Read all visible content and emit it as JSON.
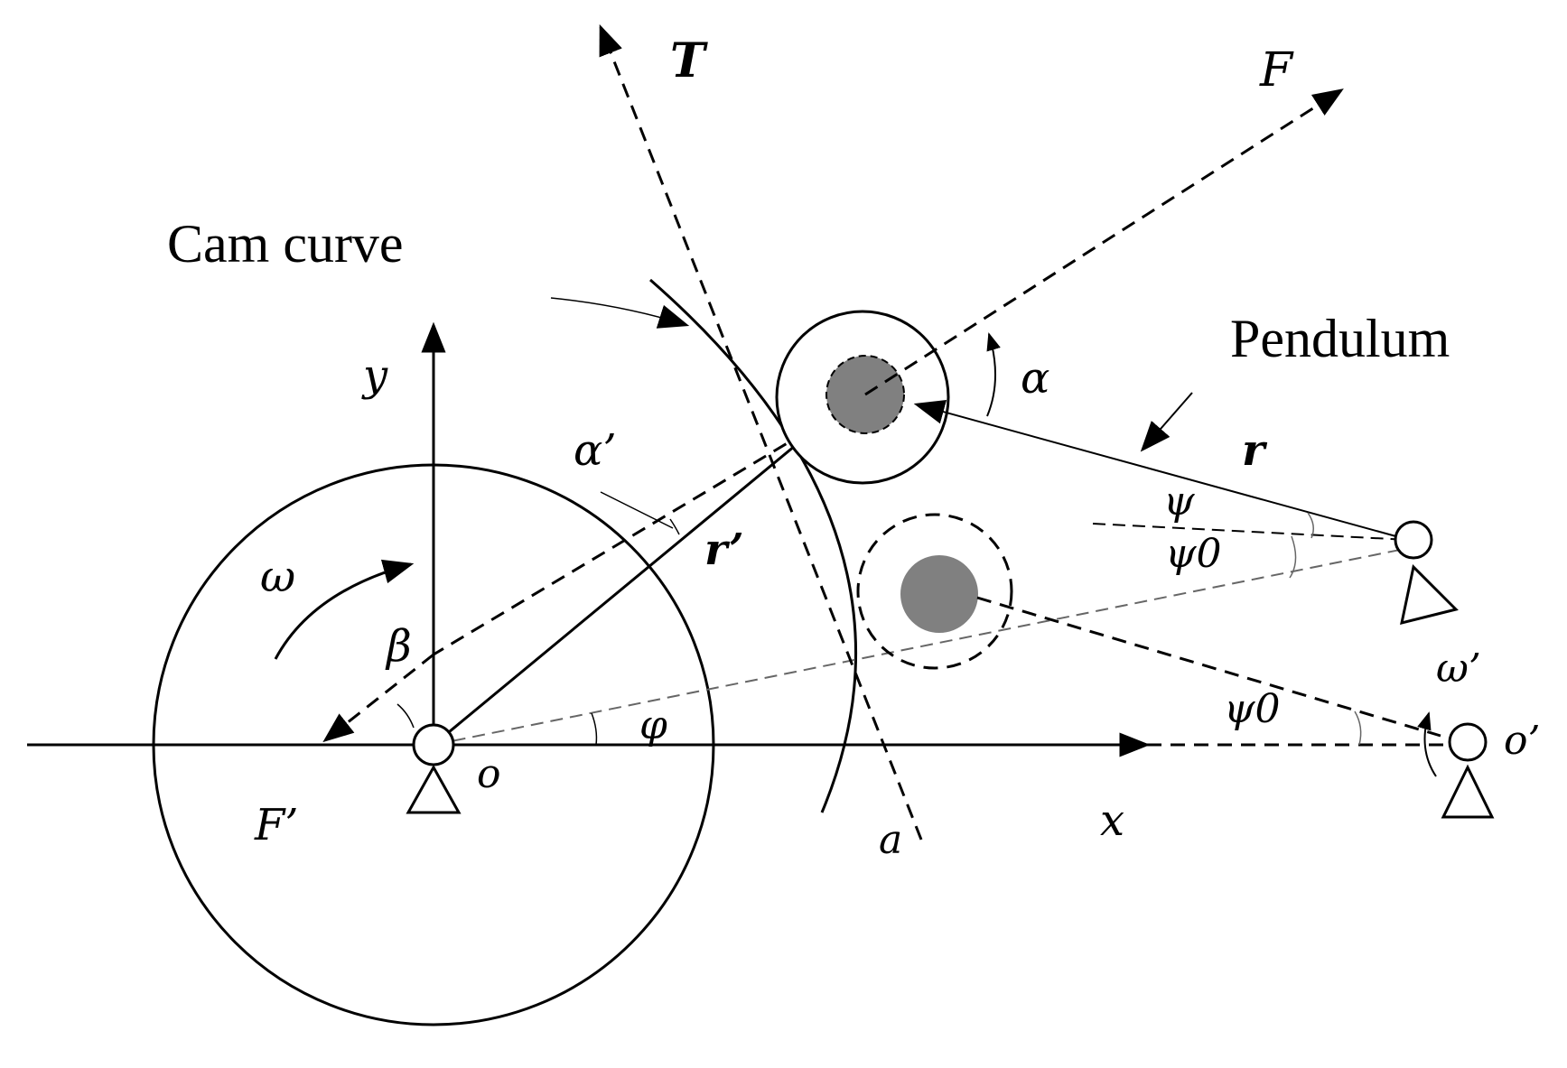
{
  "labels": {
    "cam_curve": "Cam curve",
    "pendulum": "Pendulum",
    "T": "T",
    "F": "F",
    "alpha": "α",
    "alpha_prime": "α’",
    "r": "r",
    "r_prime": "r’",
    "psi": "ψ",
    "psi_0_upper": "ψ0",
    "psi_0_lower": "ψ0",
    "omega": "ω",
    "omega_prime": "ω’",
    "beta": "β",
    "phi": "φ",
    "y": "y",
    "x": "x",
    "o": "o",
    "o_prime": "o’",
    "F_prime": "F’",
    "a": "a"
  },
  "colors": {
    "line": "#000000",
    "roller_fill": "#808080",
    "thin_dash": "#666666",
    "background": "#ffffff"
  }
}
